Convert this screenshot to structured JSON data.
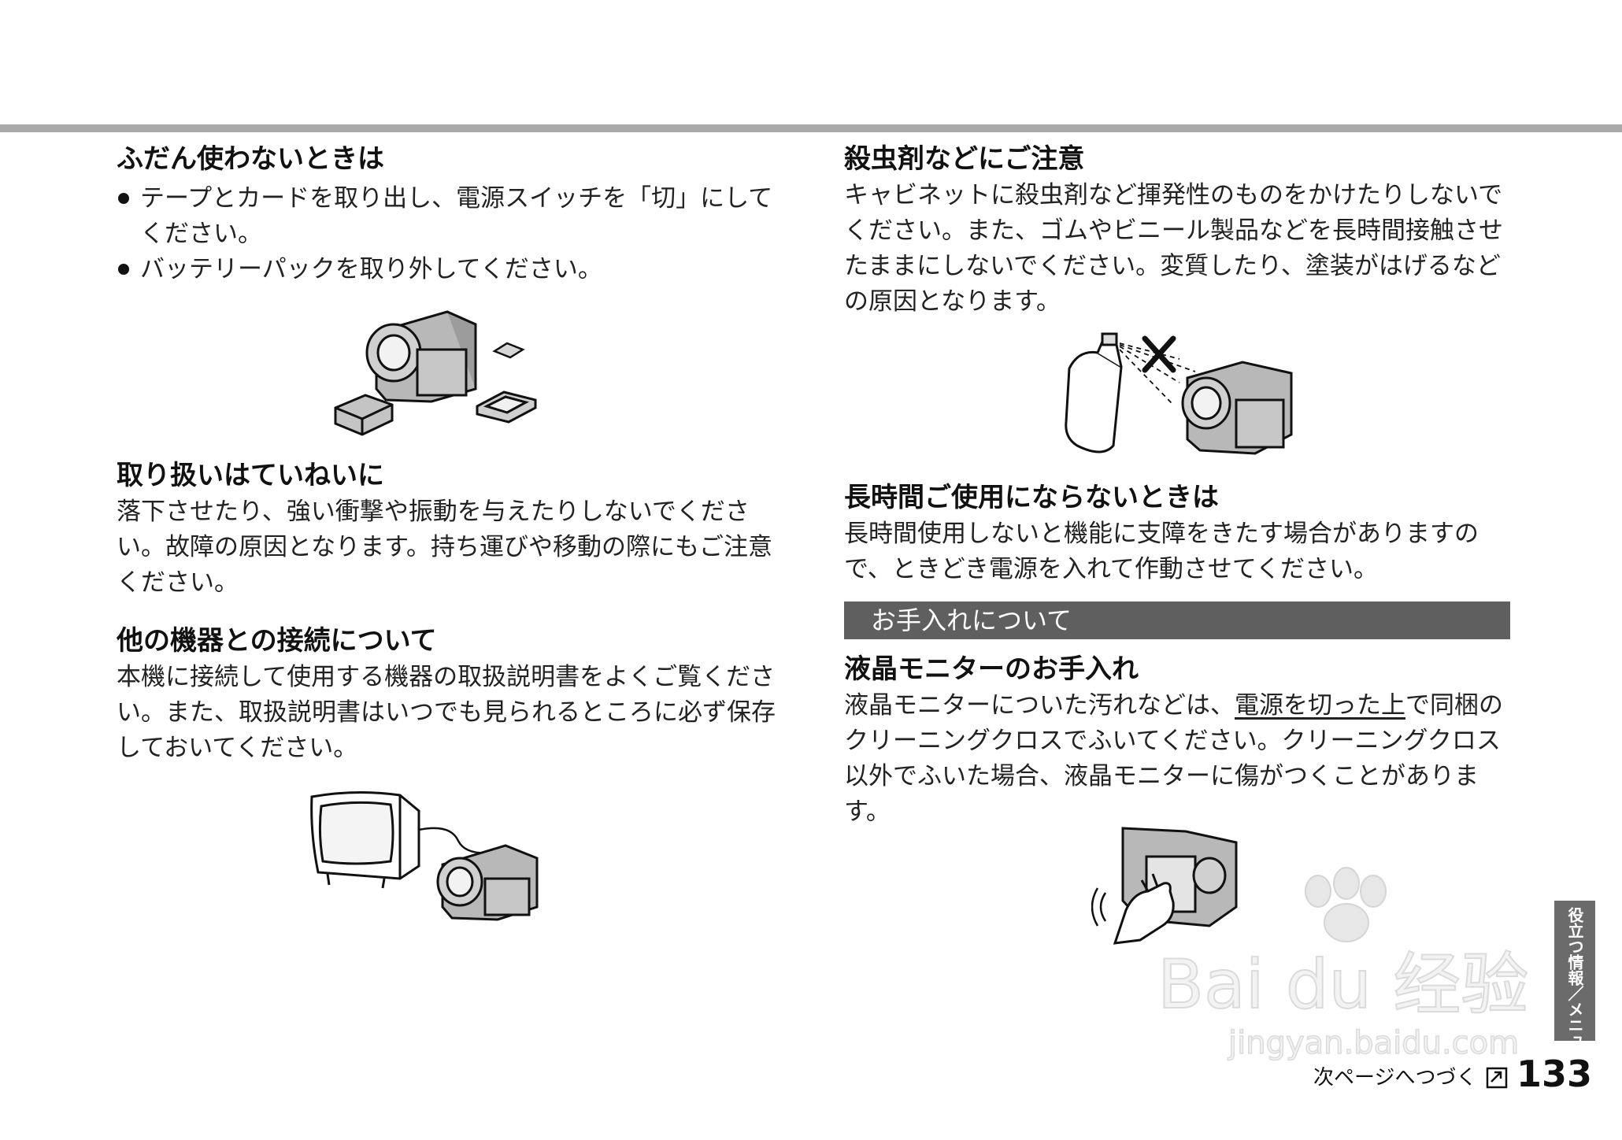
{
  "left": {
    "s1": {
      "title": "ふだん使わないときは",
      "bullets": [
        "テープとカードを取り出し、電源スイッチを「切」にしてください。",
        "バッテリーパックを取り外してください。"
      ]
    },
    "s2": {
      "title": "取り扱いはていねいに",
      "body": "落下させたり、強い衝撃や振動を与えたりしないでください。故障の原因となります。持ち運びや移動の際にもご注意ください。"
    },
    "s3": {
      "title": "他の機器との接続について",
      "body": "本機に接続して使用する機器の取扱説明書をよくご覧ください。また、取扱説明書はいつでも見られるところに必ず保存しておいてください。"
    }
  },
  "right": {
    "s1": {
      "title": "殺虫剤などにご注意",
      "body": "キャビネットに殺虫剤など揮発性のものをかけたりしないでください。また、ゴムやビニール製品などを長時間接触させたままにしないでください。変質したり、塗装がはげるなどの原因となります。"
    },
    "s2": {
      "title": "長時間ご使用にならないときは",
      "body": "長時間使用しないと機能に支障をきたす場合がありますので、ときどき電源を入れて作動させてください。"
    },
    "band": "お手入れについて",
    "s3": {
      "title": "液晶モニターのお手入れ",
      "body_pre": "液晶モニターについた汚れなどは、",
      "body_underlined": "電源を切った上",
      "body_post": "で同梱のクリーニングクロスでふいてください。クリーニングクロス以外でふいた場合、液晶モニターに傷がつくことがあります。"
    }
  },
  "side_tab": "役立つ情報／メニュー",
  "footer": {
    "continue": "次ページへつづく",
    "page_number": "133"
  },
  "watermark": {
    "brand": "Bai du 经验",
    "url": "jingyan.baidu.com"
  },
  "icons": [
    "camcorder-icon",
    "battery-icon",
    "memory-card-icon",
    "cassette-icon",
    "tv-icon",
    "spray-can-icon",
    "prohibited-x-icon",
    "hand-wiping-icon",
    "continue-arrow-icon"
  ],
  "colors": {
    "band": "#5f5f5f",
    "rule": "#a9a9a9",
    "side_tab": "#6b6b6b"
  }
}
